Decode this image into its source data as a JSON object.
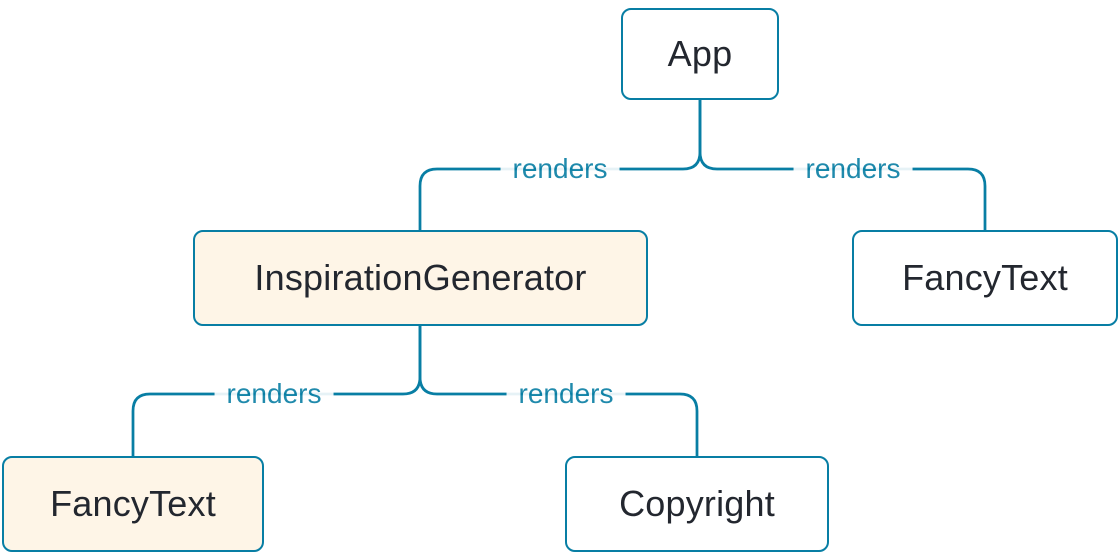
{
  "diagram": {
    "colors": {
      "line": "#087ea4",
      "label": "#087ea4",
      "node_text": "#23272f",
      "cream_bg": "#fef5e7",
      "white_bg": "#ffffff"
    },
    "nodes": [
      {
        "label": "App",
        "variant": "white"
      },
      {
        "label": "InspirationGenerator",
        "variant": "cream"
      },
      {
        "label": "FancyText",
        "variant": "white"
      },
      {
        "label": "FancyText",
        "variant": "cream"
      },
      {
        "label": "Copyright",
        "variant": "white"
      }
    ],
    "edges": [
      {
        "from": "App",
        "to": "InspirationGenerator",
        "label": "renders"
      },
      {
        "from": "App",
        "to": "FancyText",
        "label": "renders"
      },
      {
        "from": "InspirationGenerator",
        "to": "FancyText",
        "label": "renders"
      },
      {
        "from": "InspirationGenerator",
        "to": "Copyright",
        "label": "renders"
      }
    ]
  }
}
